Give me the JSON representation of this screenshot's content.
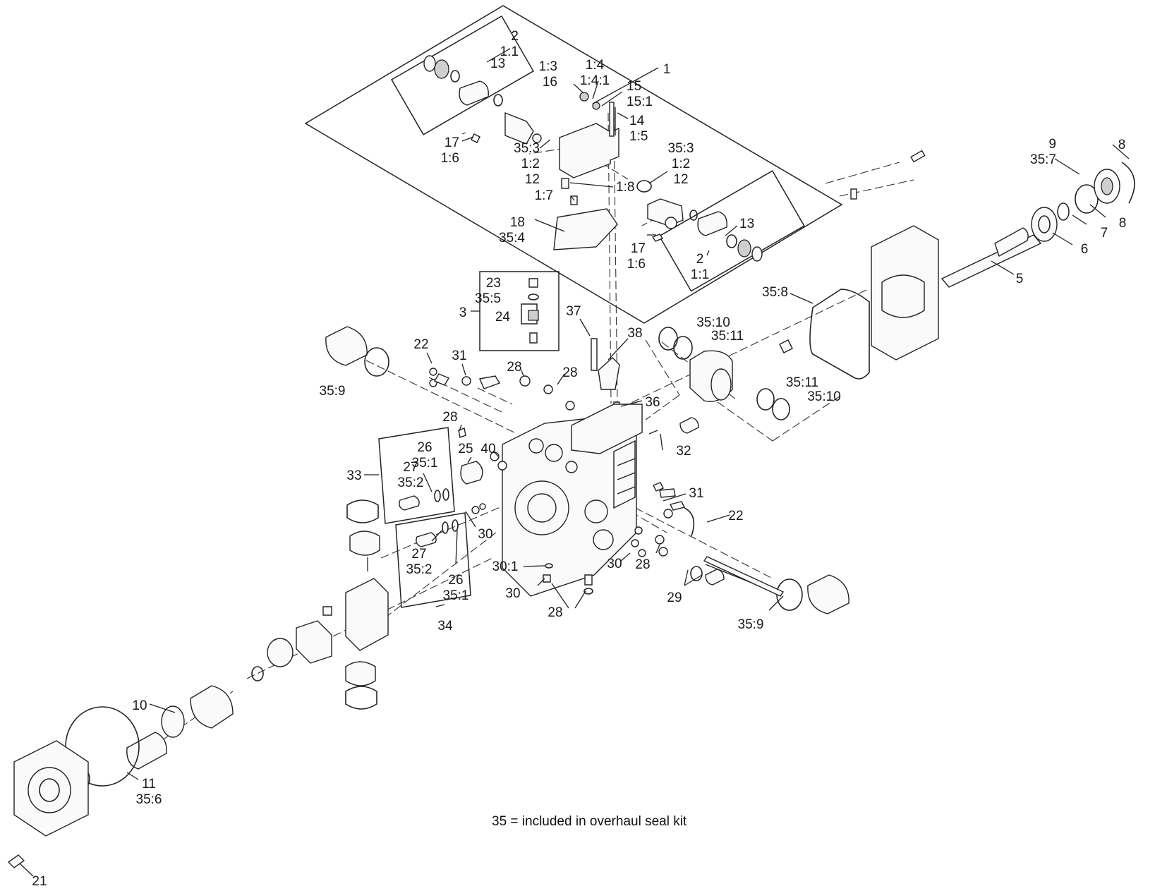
{
  "footnote": "35 = included in overhaul seal kit",
  "callouts": [
    [
      "2",
      "1:1"
    ],
    [
      "13"
    ],
    [
      "1:3",
      "16"
    ],
    [
      "1:4",
      "1:4:1"
    ],
    [
      "15",
      "15:1"
    ],
    [
      "1"
    ],
    [
      "14",
      "1:5"
    ],
    [
      "17",
      "1:6"
    ],
    [
      "35:3",
      "1:2",
      "12"
    ],
    [
      "35:3",
      "1:2",
      "12"
    ],
    [
      "1:8"
    ],
    [
      "1:7"
    ],
    [
      "18",
      "35:4"
    ],
    [
      "13"
    ],
    [
      "17",
      "1:6"
    ],
    [
      "2",
      "1:1"
    ],
    [
      "9",
      "35:7"
    ],
    [
      "8"
    ],
    [
      "8"
    ],
    [
      "7"
    ],
    [
      "6"
    ],
    [
      "5"
    ],
    [
      "35:8"
    ],
    [
      "23",
      "35:5"
    ],
    [
      "24"
    ],
    [
      "3"
    ],
    [
      "37"
    ],
    [
      "38"
    ],
    [
      "35:10"
    ],
    [
      "35:11"
    ],
    [
      "22"
    ],
    [
      "31"
    ],
    [
      "28"
    ],
    [
      "28"
    ],
    [
      "36"
    ],
    [
      "35:9"
    ],
    [
      "35:11"
    ],
    [
      "35:10"
    ],
    [
      "28"
    ],
    [
      "25"
    ],
    [
      "40"
    ],
    [
      "32"
    ],
    [
      "26",
      "35:1"
    ],
    [
      "27",
      "35:2"
    ],
    [
      "33"
    ],
    [
      "31"
    ],
    [
      "22"
    ],
    [
      "30"
    ],
    [
      "27",
      "35:2"
    ],
    [
      "26",
      "35:1"
    ],
    [
      "34"
    ],
    [
      "30:1"
    ],
    [
      "30"
    ],
    [
      "30"
    ],
    [
      "28"
    ],
    [
      "29"
    ],
    [
      "28"
    ],
    [
      "35:9"
    ],
    [
      "10"
    ],
    [
      "11",
      "35:6"
    ],
    [
      "21"
    ]
  ]
}
